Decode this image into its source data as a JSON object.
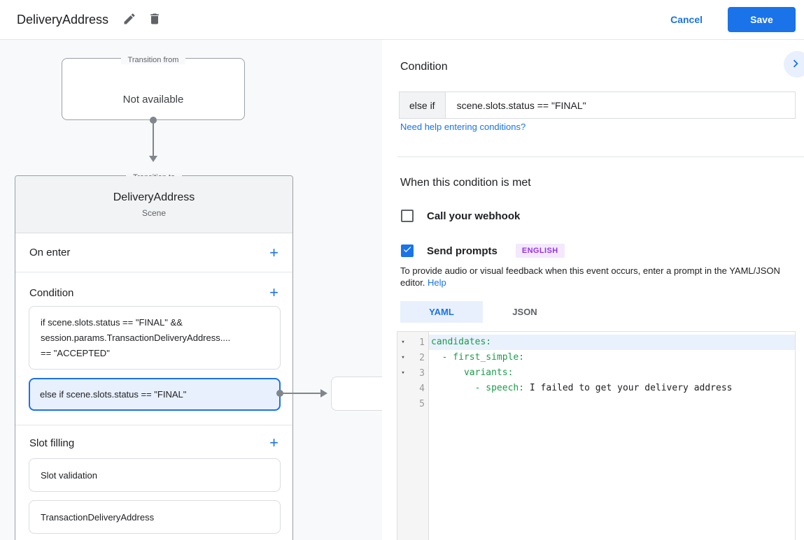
{
  "colors": {
    "accent": "#1a73e8",
    "selected_condition_bg": "#e8f0fe",
    "badge_bg": "#f4e8fd",
    "badge_text": "#9334e6",
    "code_key_green": "#1a9c49",
    "canvas_bg": "#f8f9fa"
  },
  "icons": {
    "plus": "+",
    "fold": "▾"
  },
  "header": {
    "title": "DeliveryAddress",
    "cancel_label": "Cancel",
    "save_label": "Save"
  },
  "canvas": {
    "transition_from": {
      "legend": "Transition from",
      "content": "Not available"
    },
    "scene_card": {
      "legend": "Transition to",
      "title": "DeliveryAddress",
      "subtitle": "Scene",
      "on_enter_label": "On enter",
      "condition_label": "Condition",
      "conditions": [
        {
          "lines": [
            "if scene.slots.status == \"FINAL\" &&",
            "session.params.TransactionDeliveryAddress....",
            "== \"ACCEPTED\""
          ]
        },
        {
          "lines": [
            "else if scene.slots.status == \"FINAL\""
          ]
        }
      ],
      "slot_filling_label": "Slot filling",
      "slots": [
        "Slot validation",
        "TransactionDeliveryAddress"
      ]
    }
  },
  "panel": {
    "title": "Condition",
    "condition_row": {
      "keyword": "else if",
      "expression": "scene.slots.status == \"FINAL\""
    },
    "help_link": "Need help entering conditions?",
    "section_title": "When this condition is met",
    "webhook_label": "Call your webhook",
    "prompts_label": "Send prompts",
    "language_badge": "ENGLISH",
    "description_line1": "To provide audio or visual feedback when this event occurs, enter a prompt in the YAML/JSON",
    "description_line2": "editor.",
    "description_help": "Help",
    "tabs": [
      {
        "label": "YAML"
      },
      {
        "label": "JSON"
      }
    ]
  },
  "editor": {
    "active_line": 1,
    "lines": [
      {
        "num": 1,
        "fold": true,
        "segs": [
          {
            "t": "candidates:",
            "c": "k"
          }
        ]
      },
      {
        "num": 2,
        "fold": true,
        "segs": [
          {
            "t": "  - first_simple:",
            "c": "k"
          }
        ]
      },
      {
        "num": 3,
        "fold": true,
        "segs": [
          {
            "t": "      variants:",
            "c": "k"
          }
        ]
      },
      {
        "num": 4,
        "fold": false,
        "segs": [
          {
            "t": "        - speech:",
            "c": "k"
          },
          {
            "t": " I failed to get your delivery address",
            "c": "p"
          }
        ]
      },
      {
        "num": 5,
        "fold": false,
        "segs": []
      }
    ]
  }
}
